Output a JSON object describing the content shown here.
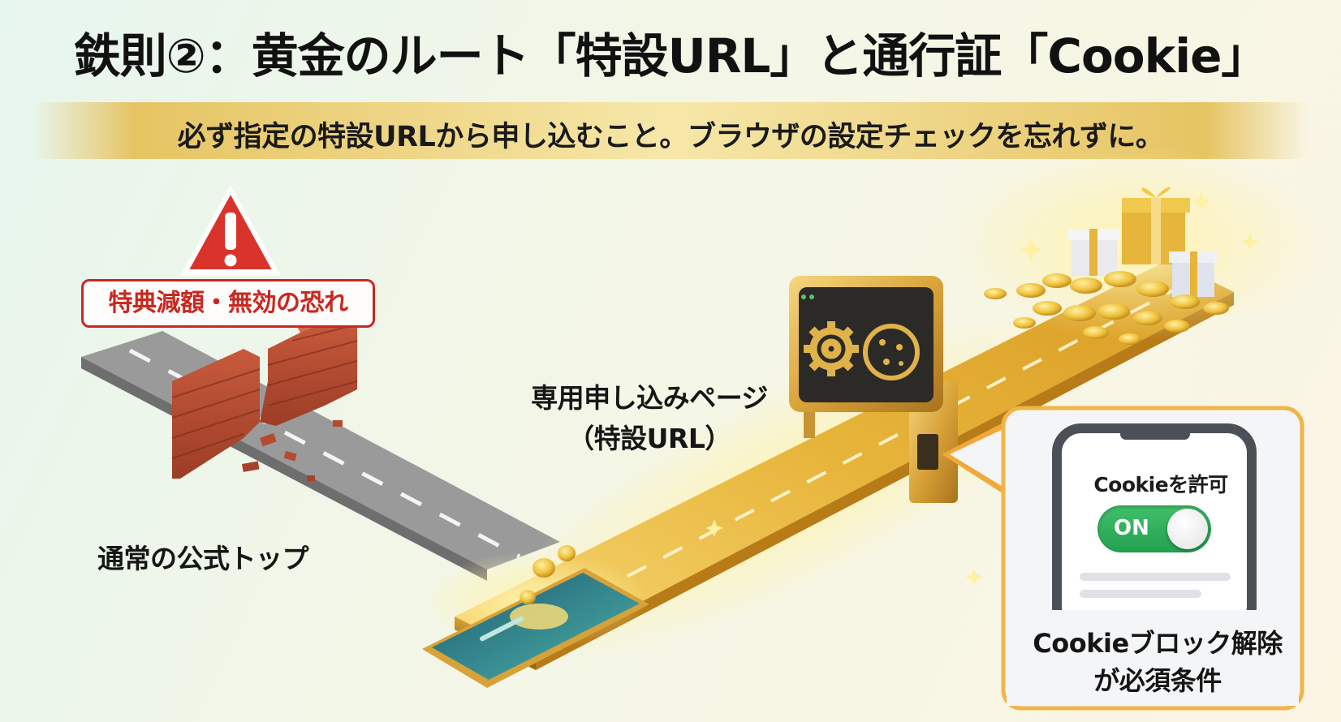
{
  "title": "鉄則②：黄金のルート「特設URL」と通行証「Cookie」",
  "subtitle": "必ず指定の特設URLから申し込むこと。ブラウザの設定チェックを忘れずに。",
  "warning": {
    "label": "特典減額・無効の恐れ",
    "symbol": "!"
  },
  "routes": {
    "official_label": "通常の公式トップ",
    "special_line1": "専用申し込みページ",
    "special_line2": "（特設URL）"
  },
  "callout": {
    "cookie_allow_label": "Cookieを許可",
    "toggle_label": "ON",
    "caption_line1": "Cookieブロック解除",
    "caption_line2": "が必須条件"
  },
  "icons": [
    "warning-triangle-icon",
    "gear-icon",
    "cookie-icon",
    "gift-box-icon",
    "coin-icon",
    "smartphone-icon"
  ],
  "colors": {
    "warning_red": "#c82820",
    "gold": "#e6b93c",
    "toggle_green": "#2eae5a",
    "road_gray": "#8e8e8e"
  }
}
